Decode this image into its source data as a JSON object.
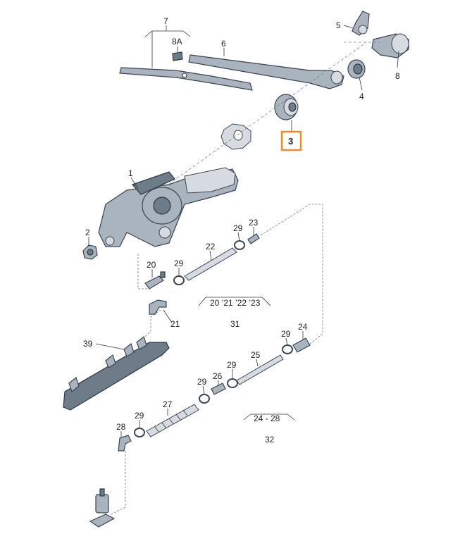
{
  "diagram": {
    "labels": {
      "l7": "7",
      "l8a": "8A",
      "l6": "6",
      "l5": "5",
      "l8": "8",
      "l4": "4",
      "l3": "3",
      "l1": "1",
      "l2": "2",
      "l29a": "29",
      "l23": "23",
      "l22": "22",
      "l20": "20",
      "l29b": "29",
      "l21": "21",
      "l31": "31",
      "g31": "20 ’21 ’22 ’23",
      "l39": "39",
      "l29c": "29",
      "l24": "24",
      "l25": "25",
      "l29d": "29",
      "l26": "26",
      "l29e": "29",
      "l27": "27",
      "l29f": "29",
      "l28": "28",
      "g32": "24 - 28",
      "l32": "32"
    },
    "highlight_color": "#f08a2c"
  }
}
